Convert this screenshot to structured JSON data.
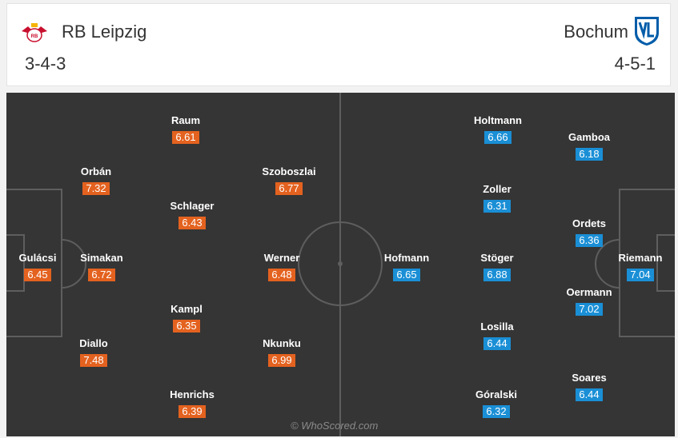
{
  "home": {
    "name": "RB Leipzig",
    "formation": "3-4-3",
    "logo_icon": "rb-leipzig-logo",
    "color": "#e4621f",
    "players": [
      {
        "name": "Gulácsi",
        "rating": "6.45"
      },
      {
        "name": "Orbán",
        "rating": "7.32"
      },
      {
        "name": "Simakan",
        "rating": "6.72"
      },
      {
        "name": "Diallo",
        "rating": "7.48"
      },
      {
        "name": "Raum",
        "rating": "6.61"
      },
      {
        "name": "Schlager",
        "rating": "6.43"
      },
      {
        "name": "Kampl",
        "rating": "6.35"
      },
      {
        "name": "Henrichs",
        "rating": "6.39"
      },
      {
        "name": "Szoboszlai",
        "rating": "6.77"
      },
      {
        "name": "Werner",
        "rating": "6.48"
      },
      {
        "name": "Nkunku",
        "rating": "6.99"
      }
    ]
  },
  "away": {
    "name": "Bochum",
    "formation": "4-5-1",
    "logo_icon": "vfl-bochum-logo",
    "color": "#1a8fd6",
    "players": [
      {
        "name": "Riemann",
        "rating": "7.04"
      },
      {
        "name": "Gamboa",
        "rating": "6.18"
      },
      {
        "name": "Ordets",
        "rating": "6.36"
      },
      {
        "name": "Oermann",
        "rating": "7.02"
      },
      {
        "name": "Soares",
        "rating": "6.44"
      },
      {
        "name": "Holtmann",
        "rating": "6.66"
      },
      {
        "name": "Zoller",
        "rating": "6.31"
      },
      {
        "name": "Stöger",
        "rating": "6.88"
      },
      {
        "name": "Losilla",
        "rating": "6.44"
      },
      {
        "name": "Góralski",
        "rating": "6.32"
      },
      {
        "name": "Hofmann",
        "rating": "6.65"
      }
    ]
  },
  "watermark": "© WhoScored.com"
}
